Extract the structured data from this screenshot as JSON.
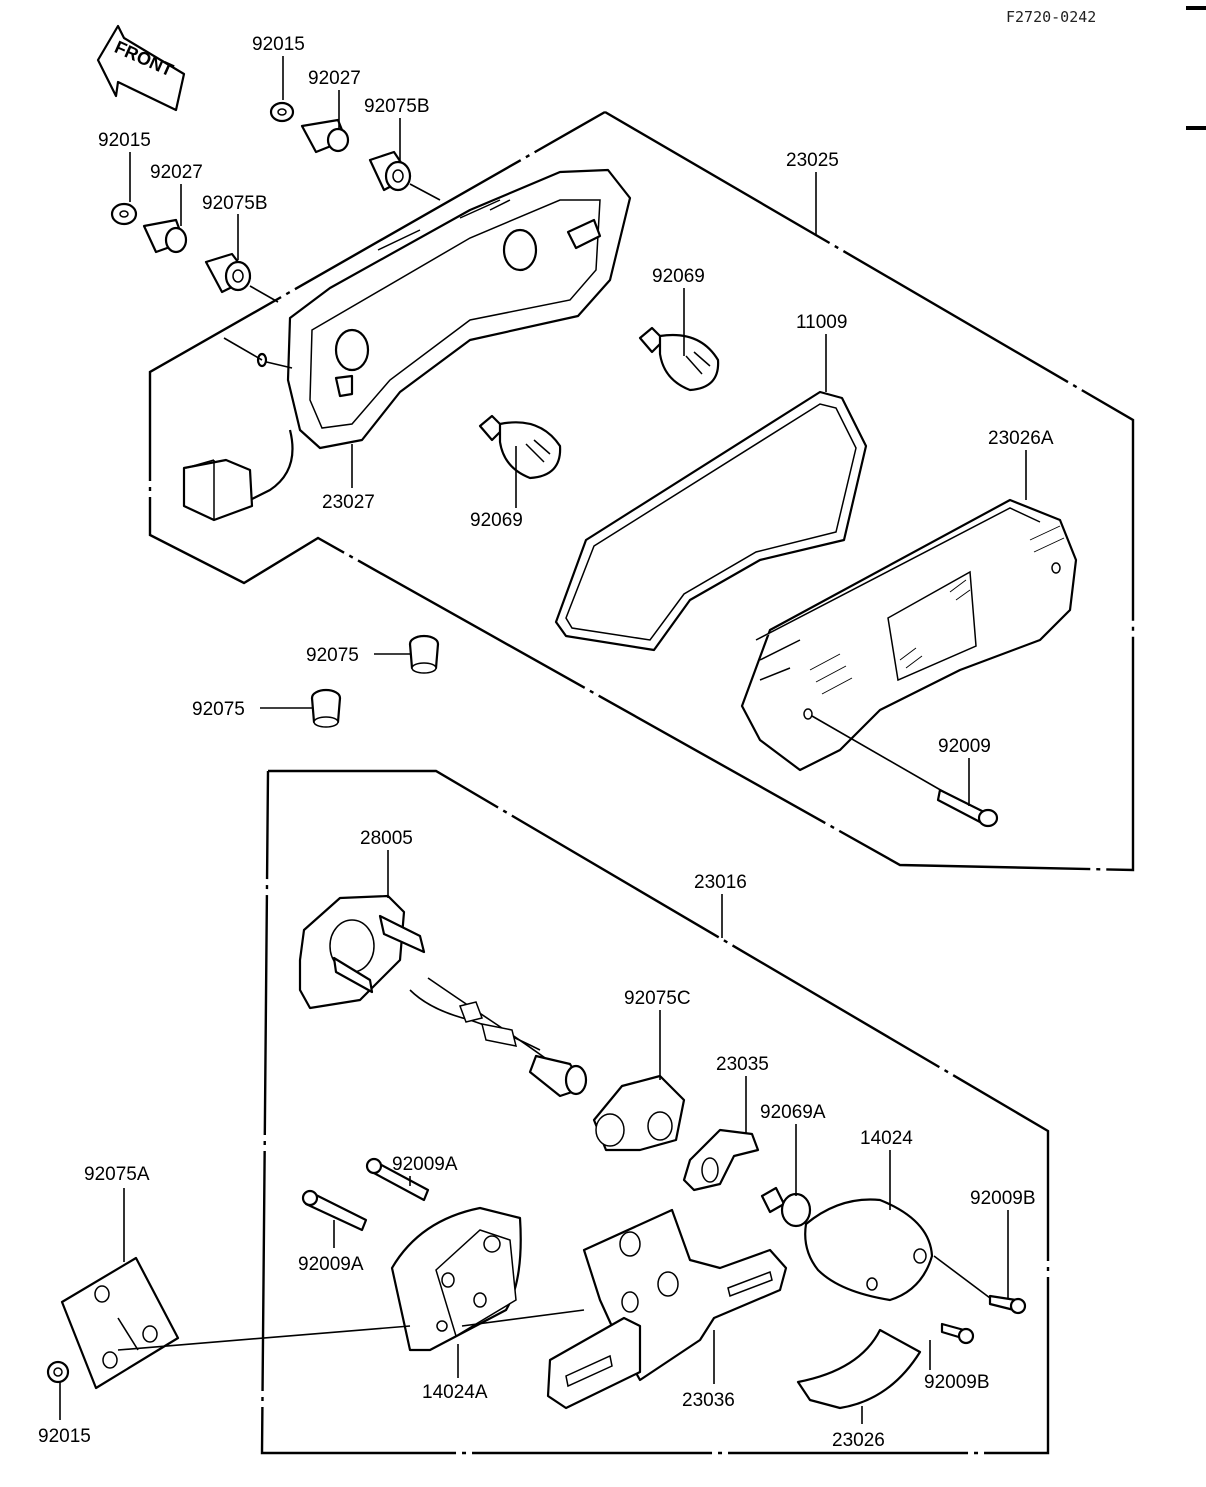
{
  "ref_code": "F2720-0242",
  "front_arrow_text": "FRONT",
  "callouts": {
    "c_92015_a": "92015",
    "c_92027_a": "92027",
    "c_92075B_a": "92075B",
    "c_92015_b": "92015",
    "c_92027_b": "92027",
    "c_92075B_b": "92075B",
    "c_23025": "23025",
    "c_92069_a": "92069",
    "c_11009": "11009",
    "c_92069_b": "92069",
    "c_23027": "23027",
    "c_23026A": "23026A",
    "c_92075_a": "92075",
    "c_92075_b": "92075",
    "c_92009": "92009",
    "c_28005": "28005",
    "c_23016": "23016",
    "c_92075C": "92075C",
    "c_23035": "23035",
    "c_92069A": "92069A",
    "c_14024": "14024",
    "c_92075A": "92075A",
    "c_92009A_a": "92009A",
    "c_92009A_b": "92009A",
    "c_92009B_a": "92009B",
    "c_92009B_b": "92009B",
    "c_14024A": "14024A",
    "c_23036": "23036",
    "c_23026": "23026",
    "c_92015_c": "92015"
  }
}
